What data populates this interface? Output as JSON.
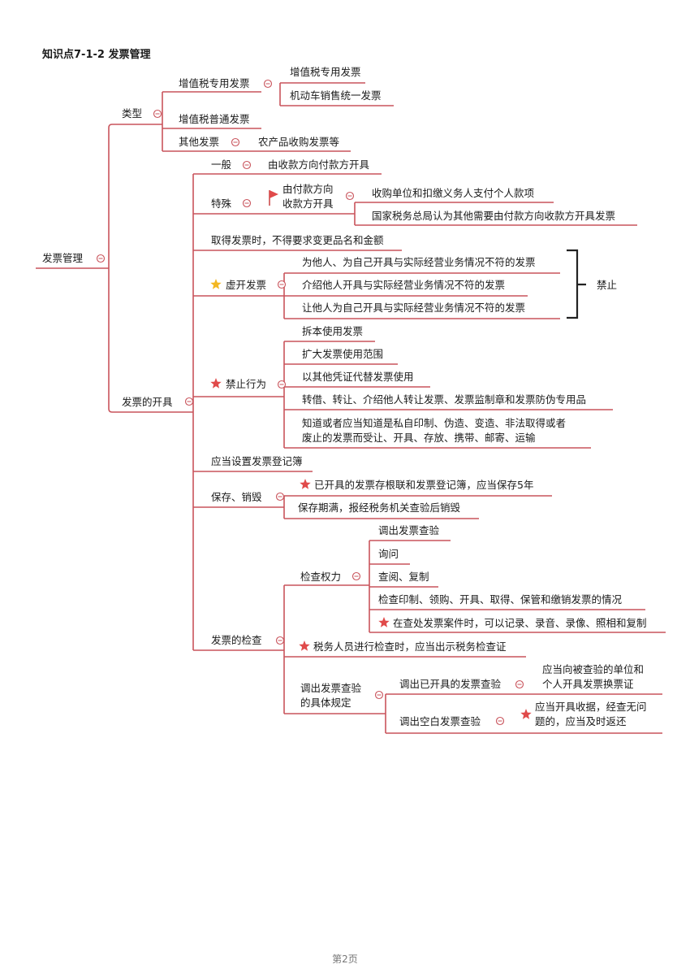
{
  "title": "知识点7-1-2 发票管理",
  "footer": "第2页",
  "annotations": {
    "forbid": "禁止"
  },
  "colors": {
    "line": "#c9545c",
    "star_red": "#e04a4a",
    "star_yellow": "#f3b722",
    "flag": "#e04a4a"
  },
  "nodes": {
    "root": "发票管理",
    "type": "类型",
    "vat_special": "增值税专用发票",
    "vat_special_1": "增值税专用发票",
    "vat_special_2": "机动车销售统一发票",
    "vat_general": "增值税普通发票",
    "other": "其他发票",
    "other_1": "农产品收购发票等",
    "issue": "发票的开具",
    "general": "一般",
    "general_1": "由收款方向付款方开具",
    "special": "特殊",
    "payer_l1": "由付款方向",
    "payer_l2": "收款方开具",
    "payer_1": "收购单位和扣缴义务人支付个人款项",
    "payer_2": "国家税务总局认为其他需要由付款方向收款方开具发票",
    "obtain": "取得发票时，不得要求变更品名和金额",
    "fake": "虚开发票",
    "fake_1": "为他人、为自己开具与实际经营业务情况不符的发票",
    "fake_2": "介绍他人开具与实际经营业务情况不符的发票",
    "fake_3": "让他人为自己开具与实际经营业务情况不符的发票",
    "ban": "禁止行为",
    "ban_1": "拆本使用发票",
    "ban_2": "扩大发票使用范围",
    "ban_3": "以其他凭证代替发票使用",
    "ban_4": "转借、转让、介绍他人转让发票、发票监制章和发票防伪专用品",
    "ban_5_l1": "知道或者应当知道是私自印制、伪造、变造、非法取得或者",
    "ban_5_l2": "废止的发票而受让、开具、存放、携带、邮寄、运输",
    "register": "应当设置发票登记簿",
    "keep": "保存、销毁",
    "keep_1": "已开具的发票存根联和发票登记簿，应当保存5年",
    "keep_2": "保存期满，报经税务机关查验后销毁",
    "inspect": "发票的检查",
    "power": "检查权力",
    "power_1": "调出发票查验",
    "power_2": "询问",
    "power_3": "查阅、复制",
    "power_4": "检查印制、领购、开具、取得、保管和缴销发票的情况",
    "power_5": "在查处发票案件时，可以记录、录音、录像、照相和复制",
    "staff": "税务人员进行检查时，应当出示税务检查证",
    "rule_l1": "调出发票查验",
    "rule_l2": "的具体规定",
    "rule_a": "调出已开具的发票查验",
    "rule_a1_l1": "应当向被查验的单位和",
    "rule_a1_l2": "个人开具发票换票证",
    "rule_b": "调出空白发票查验",
    "rule_b1_l1": "应当开具收据，经查无问",
    "rule_b1_l2": "题的，应当及时返还"
  }
}
